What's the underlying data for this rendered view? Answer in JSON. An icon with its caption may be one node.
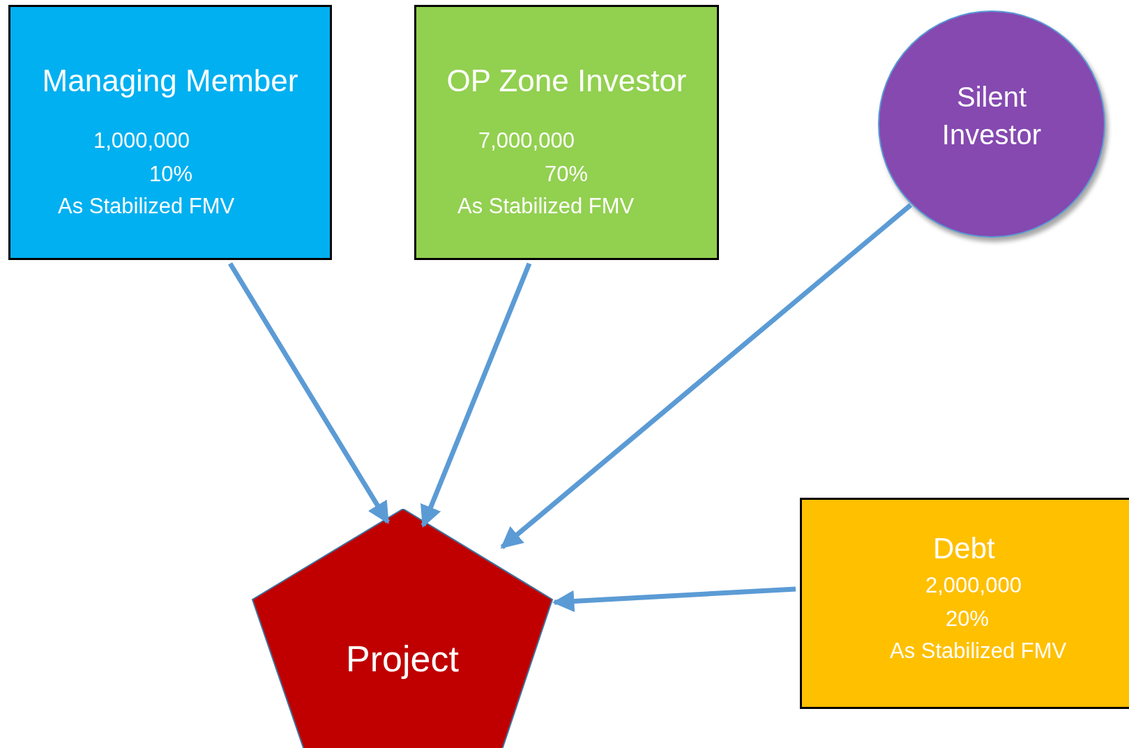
{
  "diagram": {
    "nodes": [
      {
        "text": [
          "Managing Member",
          "1,000,000",
          "10%",
          "As Stabilized FMV"
        ]
      },
      {
        "text": [
          "OP Zone Investor",
          "7,000,000",
          "70%",
          "As Stabilized FMV"
        ]
      },
      {
        "text": [
          "Silent Investor"
        ]
      },
      {
        "text": [
          "Project"
        ]
      },
      {
        "text": [
          "Debt",
          "2,000,000",
          "20%",
          "As Stabilized FMV"
        ]
      }
    ],
    "edges": [
      {
        "from": 0,
        "to": 3,
        "arrow": "to"
      },
      {
        "from": 1,
        "to": 3,
        "arrow": "to"
      },
      {
        "from": 2,
        "to": 3,
        "arrow": "to"
      },
      {
        "from": 4,
        "to": 3,
        "arrow": "to"
      }
    ]
  }
}
